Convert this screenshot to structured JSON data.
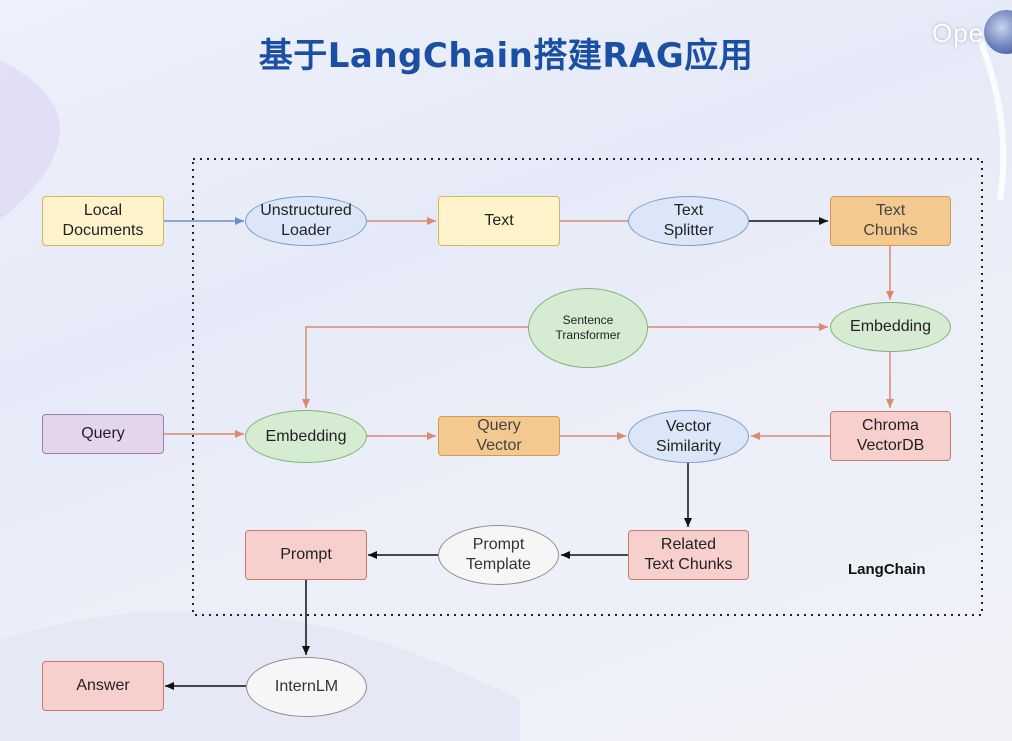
{
  "title": "基于LangChain搭建RAG应用",
  "brand": {
    "text": "Ope",
    "emblem": "school-emblem-icon"
  },
  "container_label": "LangChain",
  "nodes": {
    "local_documents": "Local\nDocuments",
    "unstructured_loader": "Unstructured\nLoader",
    "text": "Text",
    "text_splitter": "Text\nSplitter",
    "text_chunks": "Text\nChunks",
    "sentence_transformer": "Sentence\nTransformer",
    "embedding_doc": "Embedding",
    "chroma_vectordb": "Chroma\nVectorDB",
    "query": "Query",
    "embedding_query": "Embedding",
    "query_vector": "Query\nVector",
    "vector_similarity": "Vector\nSimilarity",
    "related_text_chunks": "Related\nText Chunks",
    "prompt_template": "Prompt\nTemplate",
    "prompt": "Prompt",
    "internlm": "InternLM",
    "answer": "Answer"
  },
  "colors": {
    "title": "#1a4fa3",
    "edge_orange": "#d98a70",
    "edge_blue": "#6f8fc4",
    "edge_black": "#111111"
  }
}
